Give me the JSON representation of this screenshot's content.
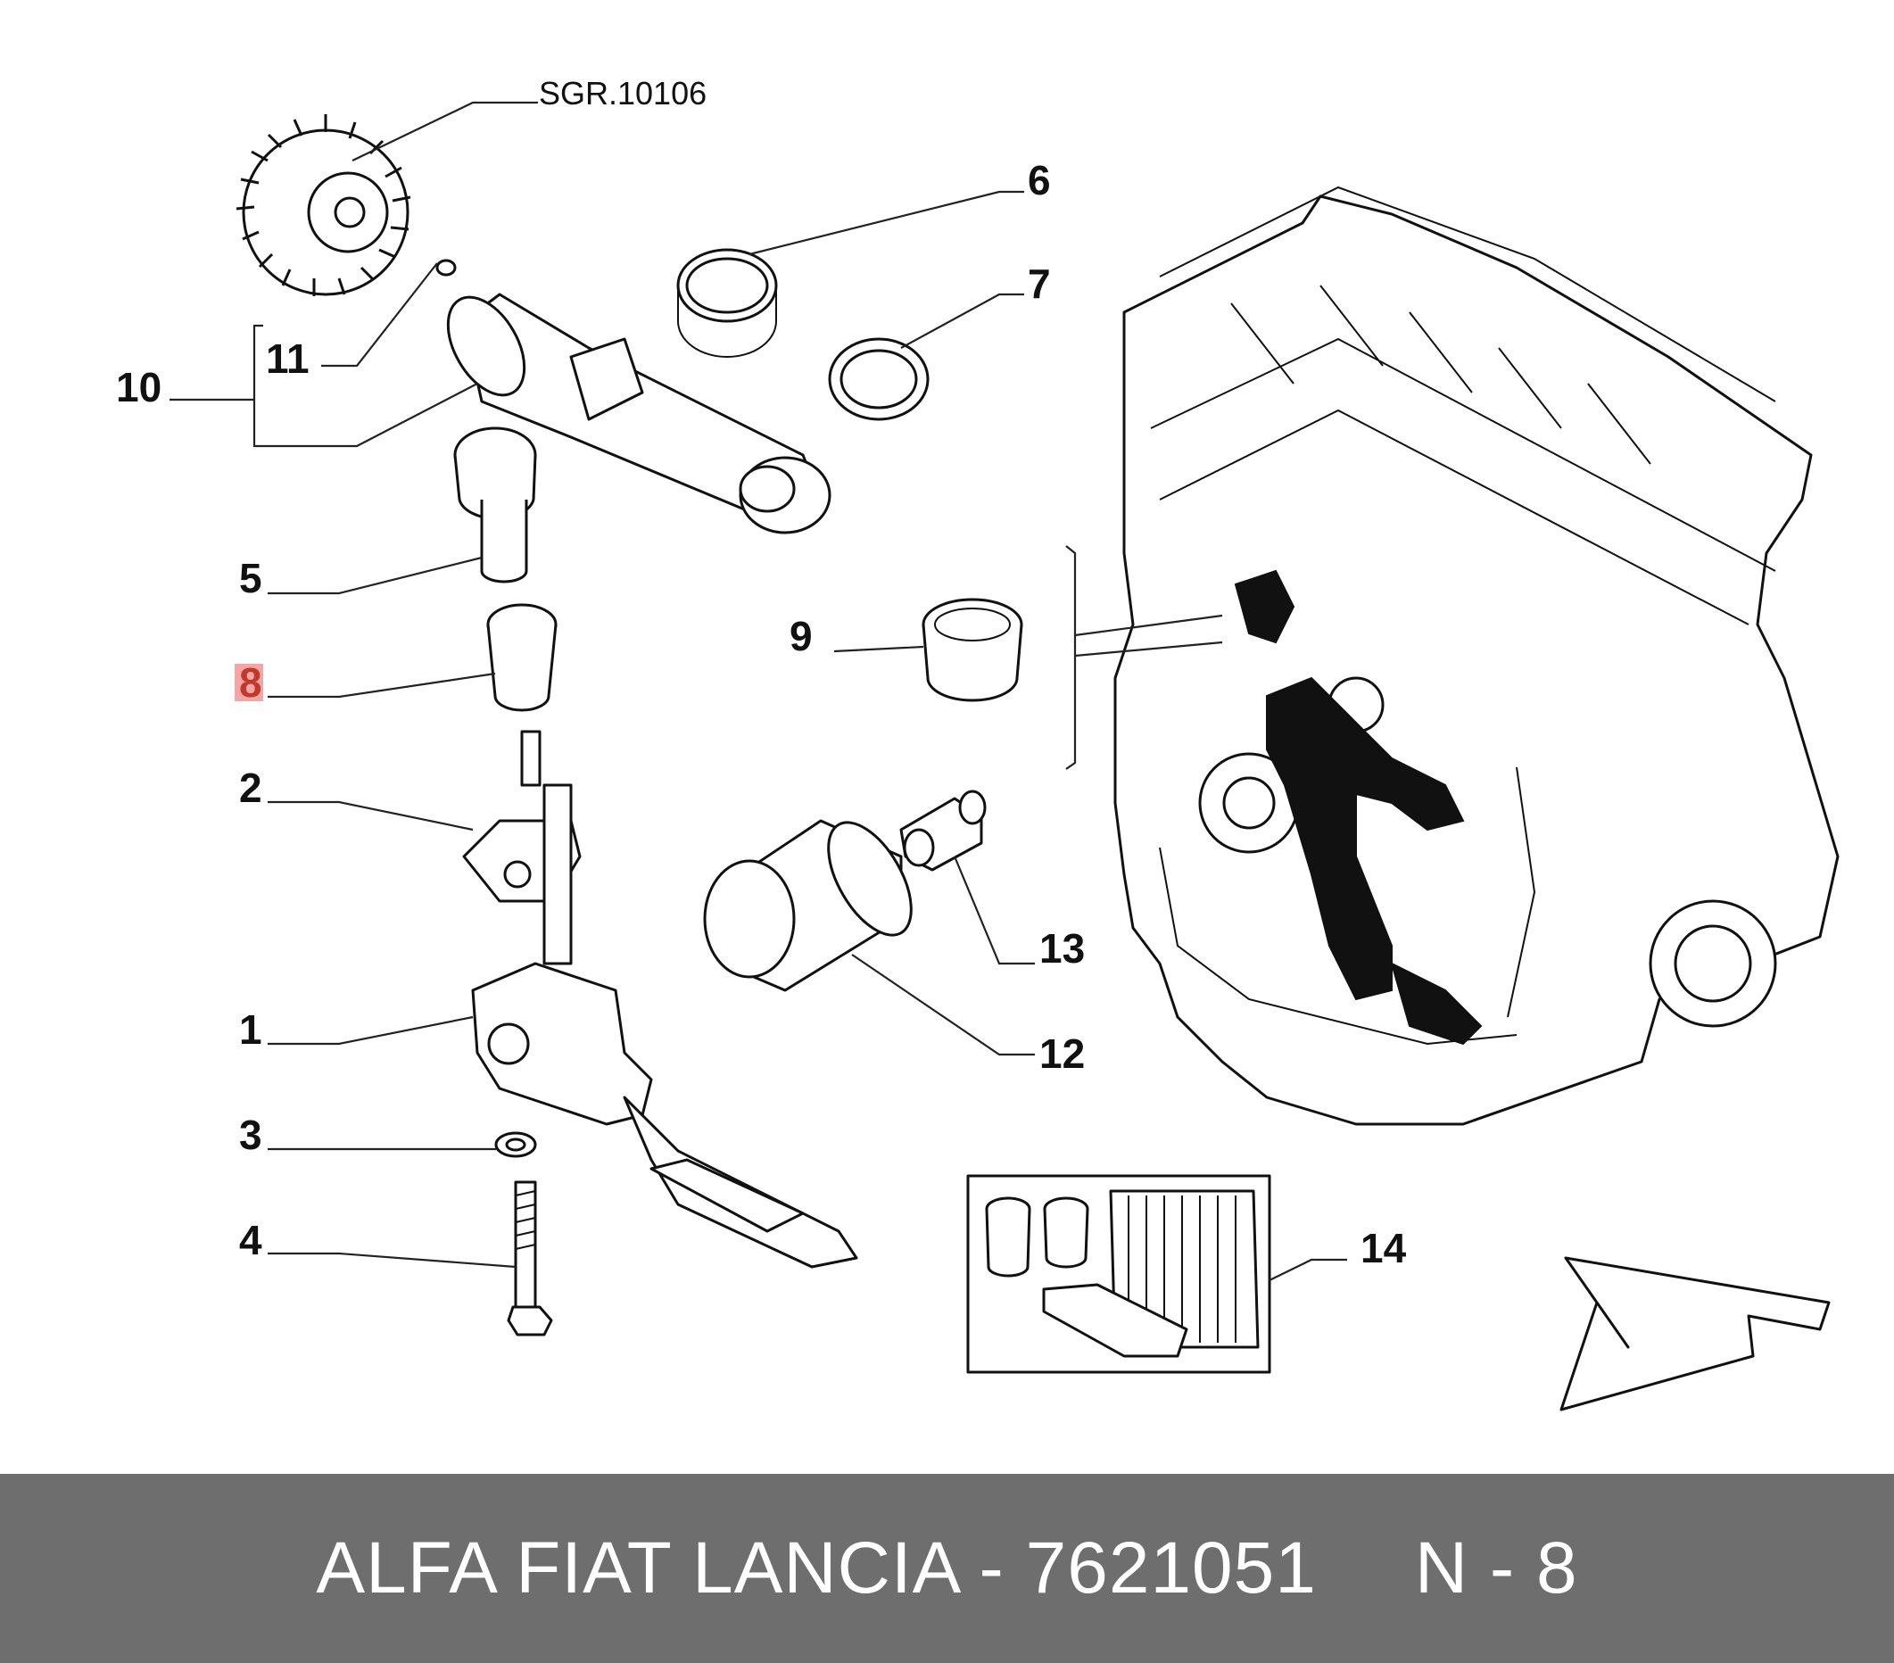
{
  "diagram": {
    "reference_label": "SGR.10106",
    "callouts": [
      {
        "id": "1",
        "text": "1",
        "highlighted": false
      },
      {
        "id": "2",
        "text": "2",
        "highlighted": false
      },
      {
        "id": "3",
        "text": "3",
        "highlighted": false
      },
      {
        "id": "4",
        "text": "4",
        "highlighted": false
      },
      {
        "id": "5",
        "text": "5",
        "highlighted": false
      },
      {
        "id": "6",
        "text": "6",
        "highlighted": false
      },
      {
        "id": "7",
        "text": "7",
        "highlighted": false
      },
      {
        "id": "8",
        "text": "8",
        "highlighted": true
      },
      {
        "id": "9",
        "text": "9",
        "highlighted": false
      },
      {
        "id": "10",
        "text": "10",
        "highlighted": false
      },
      {
        "id": "11",
        "text": "11",
        "highlighted": false
      },
      {
        "id": "12",
        "text": "12",
        "highlighted": false
      },
      {
        "id": "13",
        "text": "13",
        "highlighted": false
      },
      {
        "id": "14",
        "text": "14",
        "highlighted": false
      }
    ],
    "highlight_color": "#f4a6a6"
  },
  "footer": {
    "brand_part": "ALFA FIAT LANCIA - 7621051",
    "position_ref": "N - 8",
    "background_color": "#6e6e6e",
    "text_color": "#ffffff"
  }
}
